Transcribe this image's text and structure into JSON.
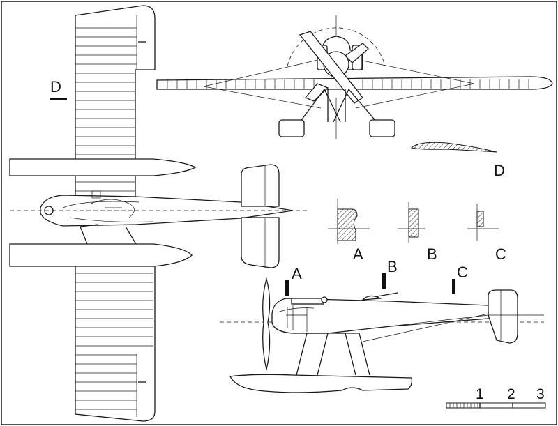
{
  "section_marks": {
    "a": "A",
    "b": "B",
    "c": "C",
    "d": "D"
  },
  "section_labels": {
    "a": "A",
    "b": "B",
    "c": "C",
    "d": "D"
  },
  "scale_bar": {
    "ticks": [
      "1",
      "2",
      "3"
    ]
  }
}
